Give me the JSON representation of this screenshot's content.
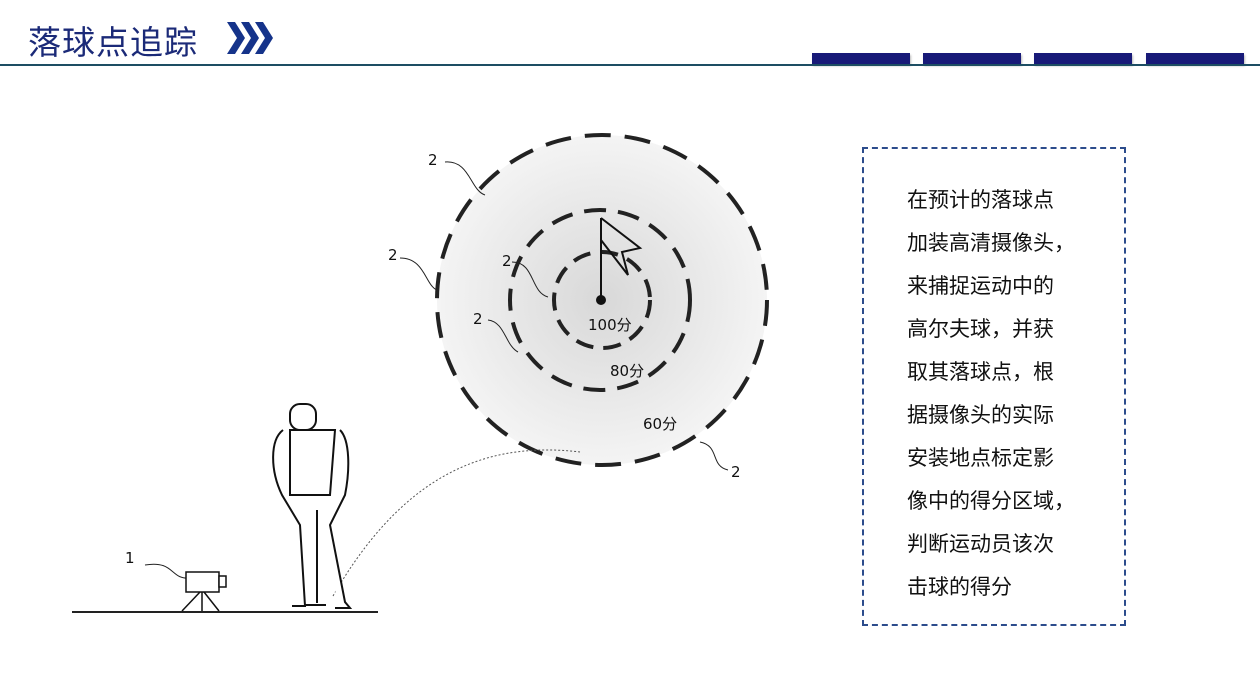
{
  "header": {
    "title": "落球点追踪",
    "accent": "#1b2a78",
    "bar_color": "#181a78"
  },
  "diagram": {
    "labels": {
      "camera": "1",
      "sensor": "2"
    },
    "zones": {
      "inner": "100分",
      "middle": "80分",
      "outer": "60分"
    }
  },
  "description": {
    "lines": [
      "在预计的落球点",
      "加装高清摄像头，",
      "来捕捉运动中的",
      "高尔夫球，并获",
      "取其落球点，根",
      "据摄像头的实际",
      "安装地点标定影",
      "像中的得分区域，",
      "判断运动员该次",
      "击球的得分"
    ]
  }
}
